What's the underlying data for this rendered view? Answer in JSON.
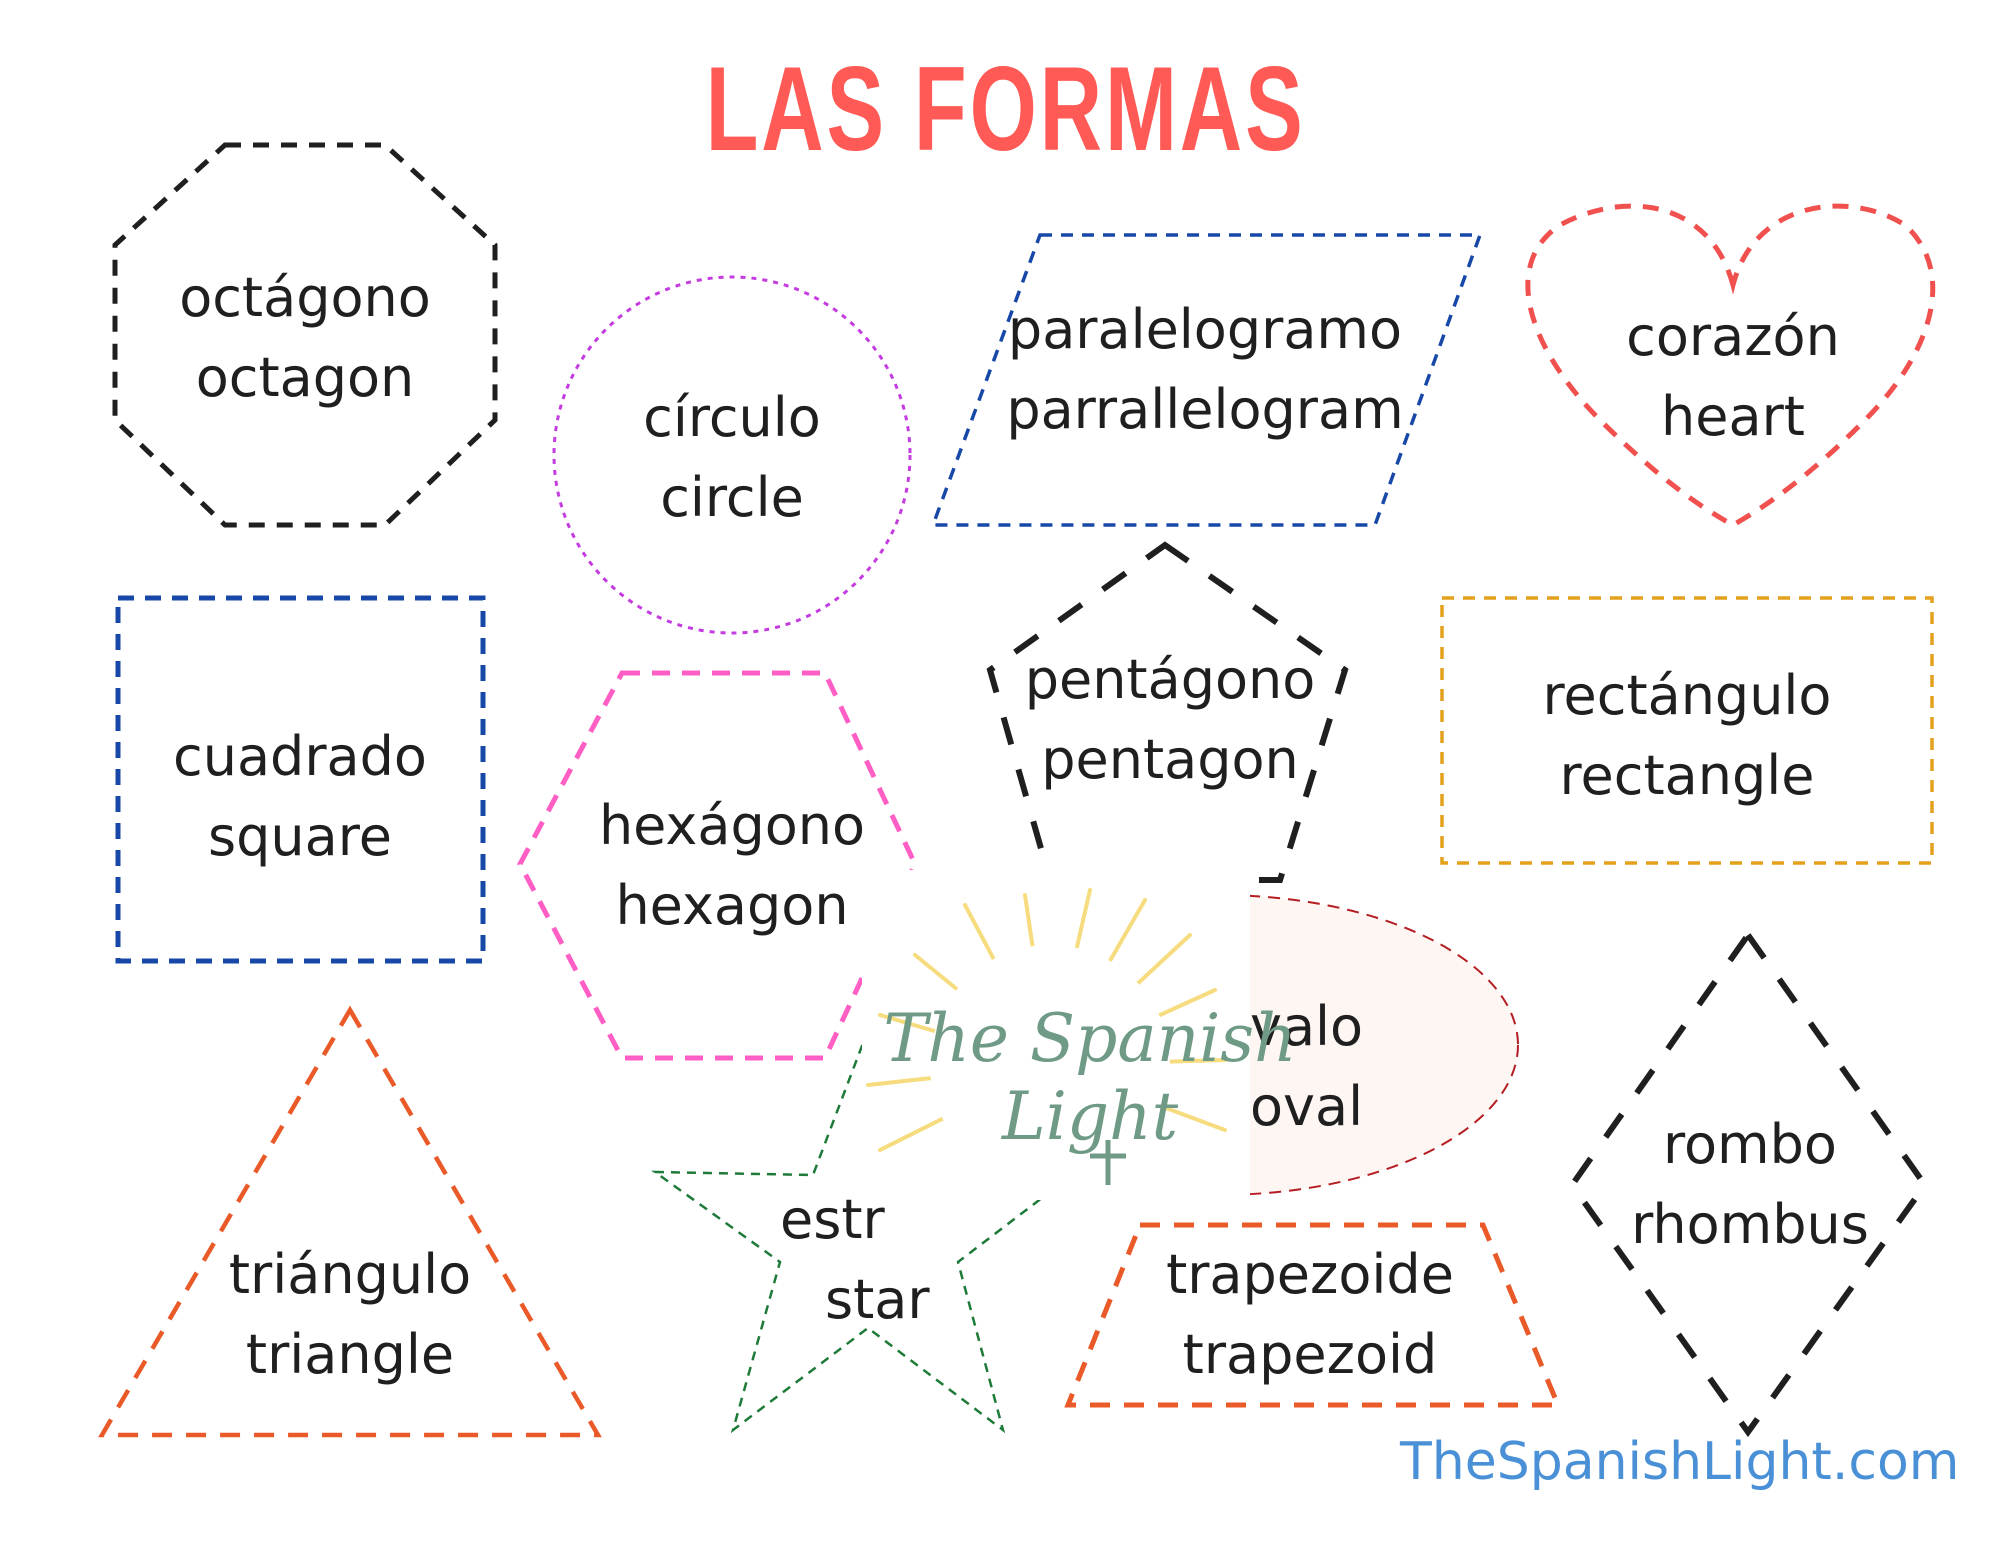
{
  "title": "LAS FORMAS",
  "website": "TheSpanishLight.com",
  "watermark": {
    "line1": "The Spanish",
    "line2": "Light",
    "accent_color": "#6f9a86"
  },
  "colors": {
    "title": "#ff5a55",
    "octagon": "#1f1f1f",
    "circle": "#c43ce0",
    "parallelogram": "#1748a8",
    "heart": "#f0504e",
    "square": "#1748a8",
    "hexagon": "#ff5fc4",
    "pentagon": "#1f1f1f",
    "rectangle": "#e4a11b",
    "oval": "#b41e23",
    "rhombus": "#1f1f1f",
    "triangle": "#ea5a28",
    "star": "#1e7a38",
    "trapezoid": "#ea5a28",
    "website": "#4a90d6"
  },
  "shapes": {
    "octagon": {
      "es": "octágono",
      "en": "octagon"
    },
    "circle": {
      "es": "círculo",
      "en": "circle"
    },
    "parallelogram": {
      "es": "paralelogramo",
      "en": "parrallelogram"
    },
    "heart": {
      "es": "corazón",
      "en": "heart"
    },
    "square": {
      "es": "cuadrado",
      "en": "square"
    },
    "hexagon": {
      "es": "hexágono",
      "en": "hexagon"
    },
    "pentagon": {
      "es": "pentágono",
      "en": "pentagon"
    },
    "rectangle": {
      "es": "rectángulo",
      "en": "rectangle"
    },
    "oval": {
      "es": "valo",
      "en": "oval"
    },
    "rhombus": {
      "es": "rombo",
      "en": "rhombus"
    },
    "triangle": {
      "es": "triángulo",
      "en": "triangle"
    },
    "star": {
      "es": "estr",
      "en": "star"
    },
    "trapezoid": {
      "es": "trapezoide",
      "en": "trapezoid"
    }
  }
}
